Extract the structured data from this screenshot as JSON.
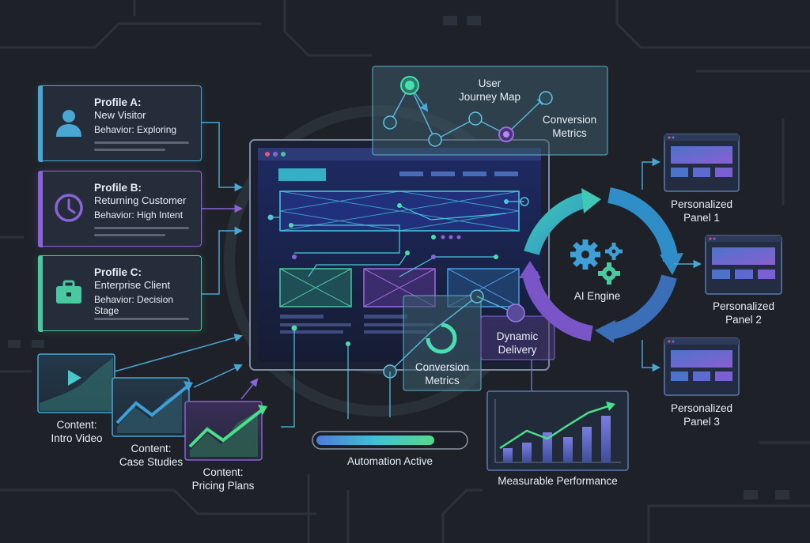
{
  "profiles": [
    {
      "title": "Profile A:",
      "subtitle": "New Visitor",
      "behavior": "Behavior: Exploring",
      "icon": "person-icon"
    },
    {
      "title": "Profile B:",
      "subtitle": "Returning Customer",
      "behavior": "Behavior: High Intent",
      "icon": "clock-icon"
    },
    {
      "title": "Profile C:",
      "subtitle": "Enterprise Client",
      "behavior": "Behavior: Decision Stage",
      "icon": "briefcase-icon"
    }
  ],
  "content": [
    {
      "line1": "Content:",
      "line2": "Intro Video",
      "icon": "play-icon"
    },
    {
      "line1": "Content:",
      "line2": "Case Studies",
      "icon": "rising-chart-icon"
    },
    {
      "line1": "Content:",
      "line2": "Pricing Plans",
      "icon": "rising-chart-icon"
    }
  ],
  "journey_map": {
    "line1": "User",
    "line2": "Journey Map"
  },
  "conversion_top": {
    "line1": "Conversion",
    "line2": "Metrics"
  },
  "conversion_mid": {
    "line1": "Conversion",
    "line2": "Metrics"
  },
  "dynamic_delivery": {
    "line1": "Dynamic",
    "line2": "Delivery"
  },
  "ai_engine": {
    "label": "AI Engine",
    "icon": "gears-icon"
  },
  "panels": [
    {
      "line1": "Personalized",
      "line2": "Panel 1"
    },
    {
      "line1": "Personalized",
      "line2": "Panel 2"
    },
    {
      "line1": "Personalized",
      "line2": "Panel 3"
    }
  ],
  "automation": {
    "label": "Automation Active",
    "progress": 0.8
  },
  "performance": {
    "label": "Measurable Performance"
  },
  "colors": {
    "background": "#1e2228",
    "cyan": "#49a7d3",
    "purple": "#8a63d8",
    "green": "#48c9a0",
    "teal_glow": "#3ee0b0"
  }
}
